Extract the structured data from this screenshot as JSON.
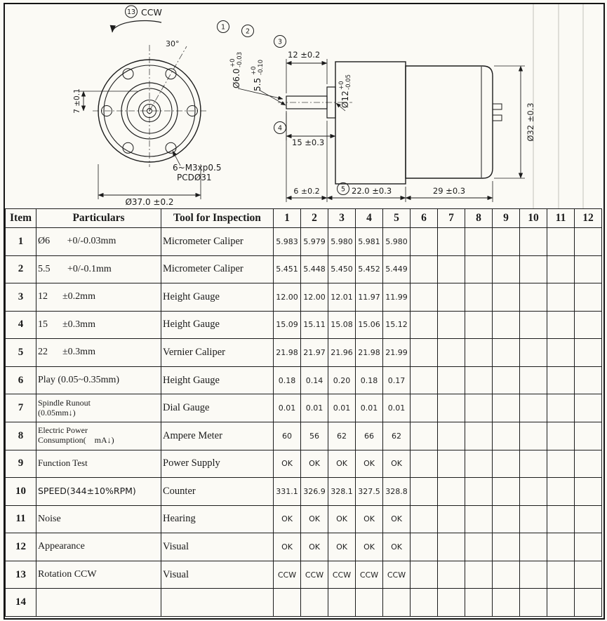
{
  "drawing": {
    "rotation": {
      "balloon": "13",
      "label": "CCW"
    },
    "front_view": {
      "angle_label": "30°",
      "height_dim": "7 ±0.1",
      "screw_spec": "6~M3xp0.5",
      "pcd": "PCDØ31",
      "flange_dia": "Ø37.0 ±0.2"
    },
    "side_view": {
      "balloon_1": "1",
      "shaft_dia_base": "Ø6.0",
      "shaft_dia_tol_top": "+0",
      "shaft_dia_tol_bot": "-0.03",
      "balloon_2": "2",
      "flat_base": "5.5",
      "flat_tol_top": "+0",
      "flat_tol_bot": "-0.10",
      "balloon_3": "3",
      "dim_12": "12 ±0.2",
      "balloon_4": "4",
      "dim_15": "15 ±0.3",
      "boss_dia_base": "Ø12",
      "boss_tol_top": "+0",
      "boss_tol_bot": "-0.05",
      "dim_6": "6 ±0.2",
      "balloon_5": "5",
      "dim_22": "22.0 ±0.3",
      "dim_29": "29 ±0.3",
      "motor_dia": "Ø32 ±0.3"
    }
  },
  "table": {
    "headers": [
      "Item",
      "Particulars",
      "Tool for Inspection",
      "1",
      "2",
      "3",
      "4",
      "5",
      "6",
      "7",
      "8",
      "9",
      "10",
      "11",
      "12"
    ],
    "rows": [
      {
        "item": "1",
        "particulars": "Ø6       +0/-0.03mm",
        "tool": "Micrometer Caliper",
        "values": [
          "5.983",
          "5.979",
          "5.980",
          "5.981",
          "5.980"
        ]
      },
      {
        "item": "2",
        "particulars": "5.5       +0/-0.1mm",
        "tool": "Micrometer Caliper",
        "values": [
          "5.451",
          "5.448",
          "5.450",
          "5.452",
          "5.449"
        ]
      },
      {
        "item": "3",
        "particulars": "12      ±0.2mm",
        "tool": "Height Gauge",
        "values": [
          "12.00",
          "12.00",
          "12.01",
          "11.97",
          "11.99"
        ]
      },
      {
        "item": "4",
        "particulars": "15      ±0.3mm",
        "tool": "Height Gauge",
        "values": [
          "15.09",
          "15.11",
          "15.08",
          "15.06",
          "15.12"
        ]
      },
      {
        "item": "5",
        "particulars": "22      ±0.3mm",
        "tool": "Vernier Caliper",
        "values": [
          "21.98",
          "21.97",
          "21.96",
          "21.98",
          "21.99"
        ]
      },
      {
        "item": "6",
        "particulars": "Play (0.05~0.35mm)",
        "tool": "Height Gauge",
        "values": [
          "0.18",
          "0.14",
          "0.20",
          "0.18",
          "0.17"
        ]
      },
      {
        "item": "7",
        "particulars": "Spindle Runout\n(0.05mm↓)",
        "tool": "Dial Gauge",
        "values": [
          "0.01",
          "0.01",
          "0.01",
          "0.01",
          "0.01"
        ]
      },
      {
        "item": "8",
        "particulars": "Electric Power\nConsumption(    mA↓)",
        "tool": "Ampere Meter",
        "values": [
          "60",
          "56",
          "62",
          "66",
          "62"
        ]
      },
      {
        "item": "9",
        "particulars": "Function Test",
        "tool": "Power Supply",
        "values": [
          "OK",
          "OK",
          "OK",
          "OK",
          "OK"
        ]
      },
      {
        "item": "10",
        "particulars": "SPEED(344±10%RPM)",
        "tool": "Counter",
        "values": [
          "331.1",
          "326.9",
          "328.1",
          "327.5",
          "328.8"
        ]
      },
      {
        "item": "11",
        "particulars": "Noise",
        "tool": "Hearing",
        "values": [
          "OK",
          "OK",
          "OK",
          "OK",
          "OK"
        ]
      },
      {
        "item": "12",
        "particulars": "Appearance",
        "tool": "Visual",
        "values": [
          "OK",
          "OK",
          "OK",
          "OK",
          "OK"
        ]
      },
      {
        "item": "13",
        "particulars": "Rotation CCW",
        "tool": "Visual",
        "values": [
          "CCW",
          "CCW",
          "CCW",
          "CCW",
          "CCW"
        ]
      },
      {
        "item": "14",
        "particulars": "",
        "tool": "",
        "values": []
      }
    ]
  }
}
